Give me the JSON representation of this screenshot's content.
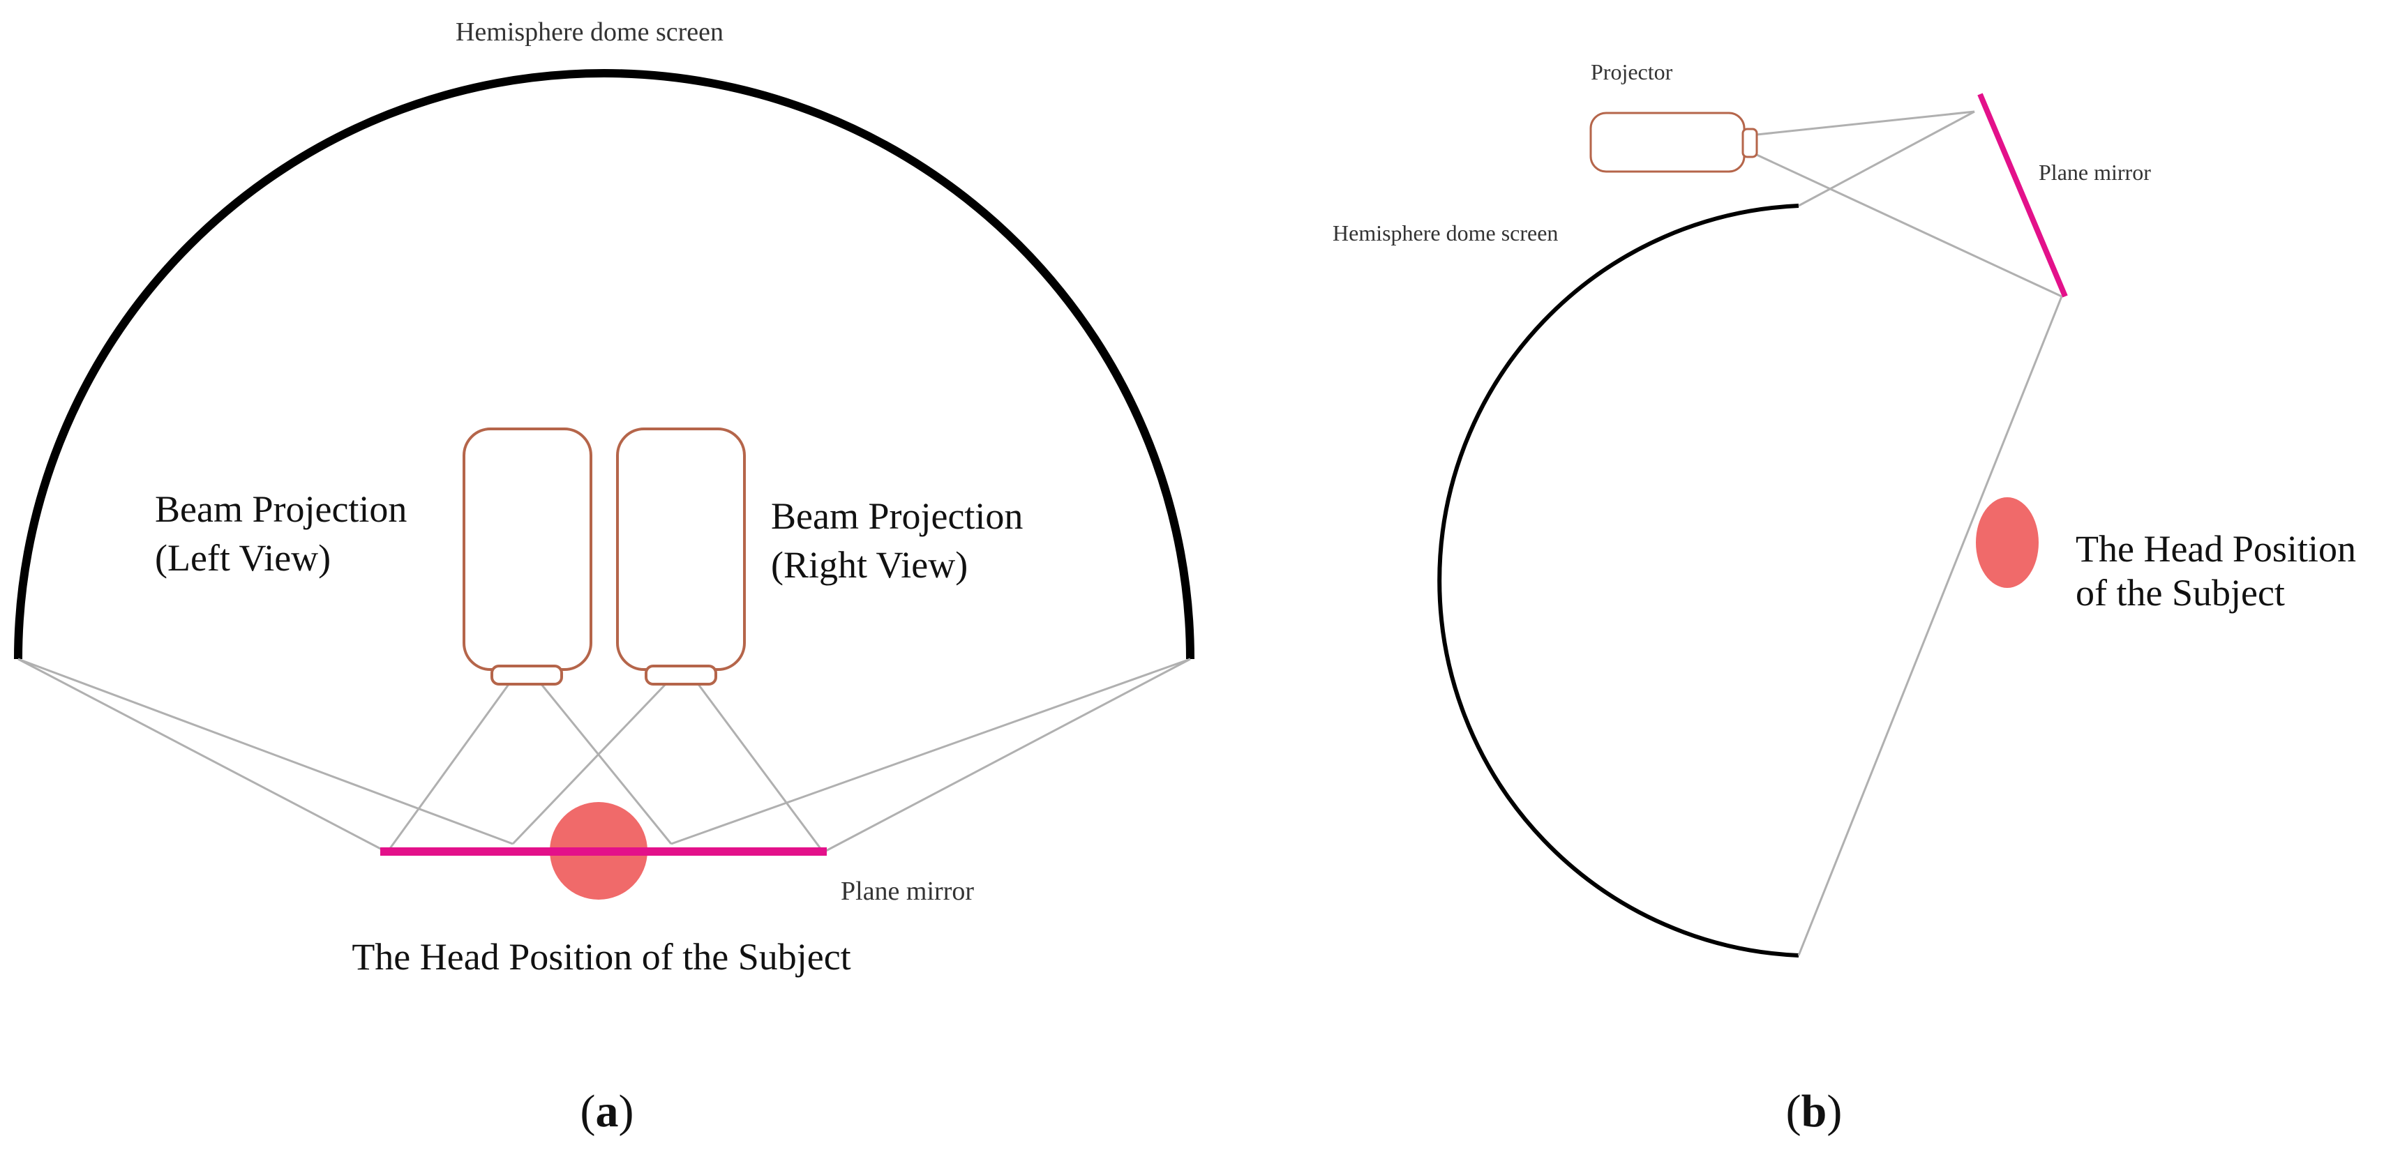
{
  "panel_a": {
    "dome_label": "Hemisphere dome screen",
    "left_projector_label": [
      "Beam Projection",
      "(Left View)"
    ],
    "right_projector_label": [
      "Beam Projection",
      "(Right View)"
    ],
    "mirror_label": "Plane mirror",
    "head_label": "The Head Position of the Subject",
    "caption_open": "(",
    "caption_letter": "a",
    "caption_close": ")"
  },
  "panel_b": {
    "projector_label": "Projector",
    "mirror_label": "Plane mirror",
    "dome_label": "Hemisphere dome screen",
    "head_label": [
      "The Head Position",
      "of the Subject"
    ],
    "caption_open": "(",
    "caption_letter": "b",
    "caption_close": ")"
  },
  "colors": {
    "dome": "#000000",
    "mirror": "#e3118a",
    "head": "#f06a6a",
    "projector_outline": "#b5654a",
    "beam": "#b0b0b0"
  }
}
